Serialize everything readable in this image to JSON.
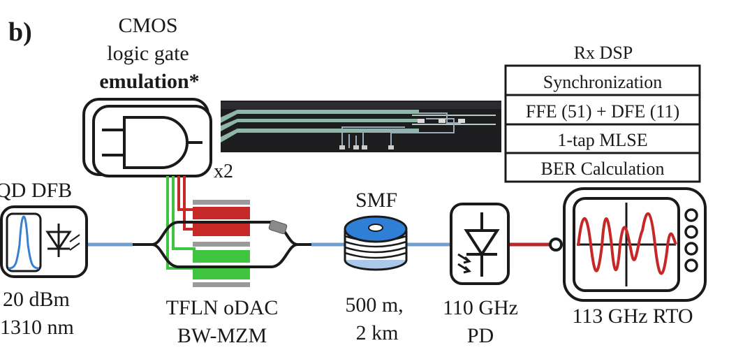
{
  "panel_label": "b)",
  "cmos": {
    "line1": "CMOS",
    "line2": "logic gate",
    "line3": "emulation*",
    "multiplier": "x2"
  },
  "rx_dsp": {
    "title": "Rx DSP",
    "rows": [
      "Synchronization",
      "FFE (51) + DFE (11)",
      "1-tap MLSE",
      "BER Calculation"
    ]
  },
  "laser": {
    "name": "QD DFB",
    "power": "20 dBm",
    "wavelength": "1310 nm"
  },
  "modulator": {
    "line1": "TFLN oDAC",
    "line2": "BW-MZM"
  },
  "fiber": {
    "name": "SMF",
    "length1": "500 m,",
    "length2": "2 km"
  },
  "photodiode": {
    "line1": "110 GHz",
    "line2": "PD"
  },
  "scope": {
    "name": "113 GHz RTO"
  },
  "colors": {
    "optical": "#6f9fcf",
    "electrical": "#b52a2a",
    "green": "#3ec43e",
    "red_electrode": "#c62828",
    "grey_electrode": "#9a9a9a",
    "signal": "#c62828",
    "spectrum": "#3b7fd0",
    "spool_blue": "#2f7fd6",
    "spool_light": "#a9c8ea"
  }
}
